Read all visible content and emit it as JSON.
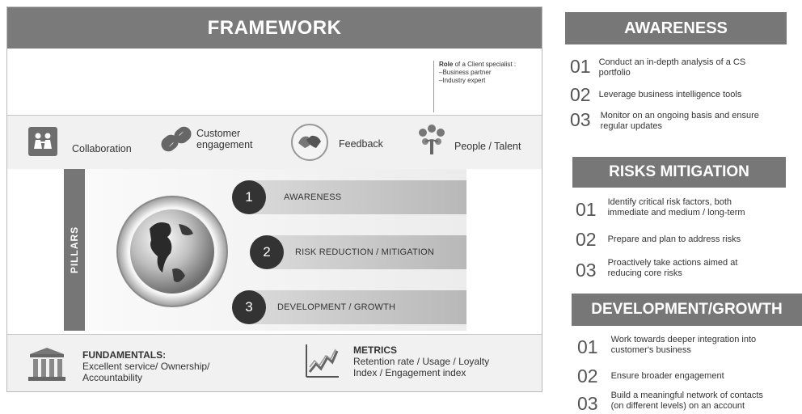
{
  "framework": {
    "title": "FRAMEWORK",
    "role": {
      "heading_bold": "Role",
      "heading_rest": " of  a Client specialist :",
      "lines": [
        "–Business partner",
        "–Industry expert"
      ]
    },
    "values": [
      {
        "label": "Collaboration",
        "icon": "people-icon"
      },
      {
        "label": "Customer engagement",
        "line1": "Customer",
        "line2": "engagement",
        "icon": "chain-link-icon"
      },
      {
        "label": "Feedback",
        "icon": "handshake-icon"
      },
      {
        "label": "People / Talent",
        "icon": "tree-icon"
      }
    ],
    "pillars_label": "PILLARS",
    "pillars": [
      {
        "number": "1",
        "label": "AWARENESS"
      },
      {
        "number": "2",
        "label": "RISK REDUCTION / MITIGATION"
      },
      {
        "number": "3",
        "label": "DEVELOPMENT / GROWTH"
      }
    ],
    "fundamentals": {
      "title": "FUNDAMENTALS:",
      "line1": "Excellent service/ Ownership/",
      "line2": "Accountability",
      "icon": "building-columns-icon"
    },
    "metrics": {
      "title": "METRICS",
      "line1": "Retention rate / Usage / Loyalty",
      "line2": "Index / Engagement index",
      "icon": "line-chart-icon"
    }
  },
  "sections": [
    {
      "title": "AWARENESS",
      "items": [
        {
          "num": "01",
          "line1": "Conduct an in-depth analysis of a CS",
          "line2": "portfolio"
        },
        {
          "num": "02",
          "line1": "Leverage business  intelligence tools",
          "line2": ""
        },
        {
          "num": "03",
          "line1": "Monitor on an ongoing basis and ensure",
          "line2": "regular updates"
        }
      ]
    },
    {
      "title": "RISKS MITIGATION",
      "items": [
        {
          "num": "01",
          "line1": "Identify critical risk factors, both",
          "line2": "immediate and medium / long-term"
        },
        {
          "num": "02",
          "line1": "Prepare and plan to address  risks",
          "line2": ""
        },
        {
          "num": "03",
          "line1": "Proactively take actions aimed at",
          "line2": "reducing core risks"
        }
      ]
    },
    {
      "title": "DEVELOPMENT/GROWTH",
      "items": [
        {
          "num": "01",
          "line1": "Work towards deeper integration into",
          "line2": "customer's business"
        },
        {
          "num": "02",
          "line1": "Ensure broader engagement",
          "line2": ""
        },
        {
          "num": "03",
          "line1": "Build a meaningful network of contacts",
          "line2": "(on different levels) on an account"
        }
      ]
    }
  ],
  "colors": {
    "header_gray": "#777777",
    "dark_circle": "#333333",
    "band_light": "#dcdcdc",
    "band_dark": "#b8b8b8"
  }
}
